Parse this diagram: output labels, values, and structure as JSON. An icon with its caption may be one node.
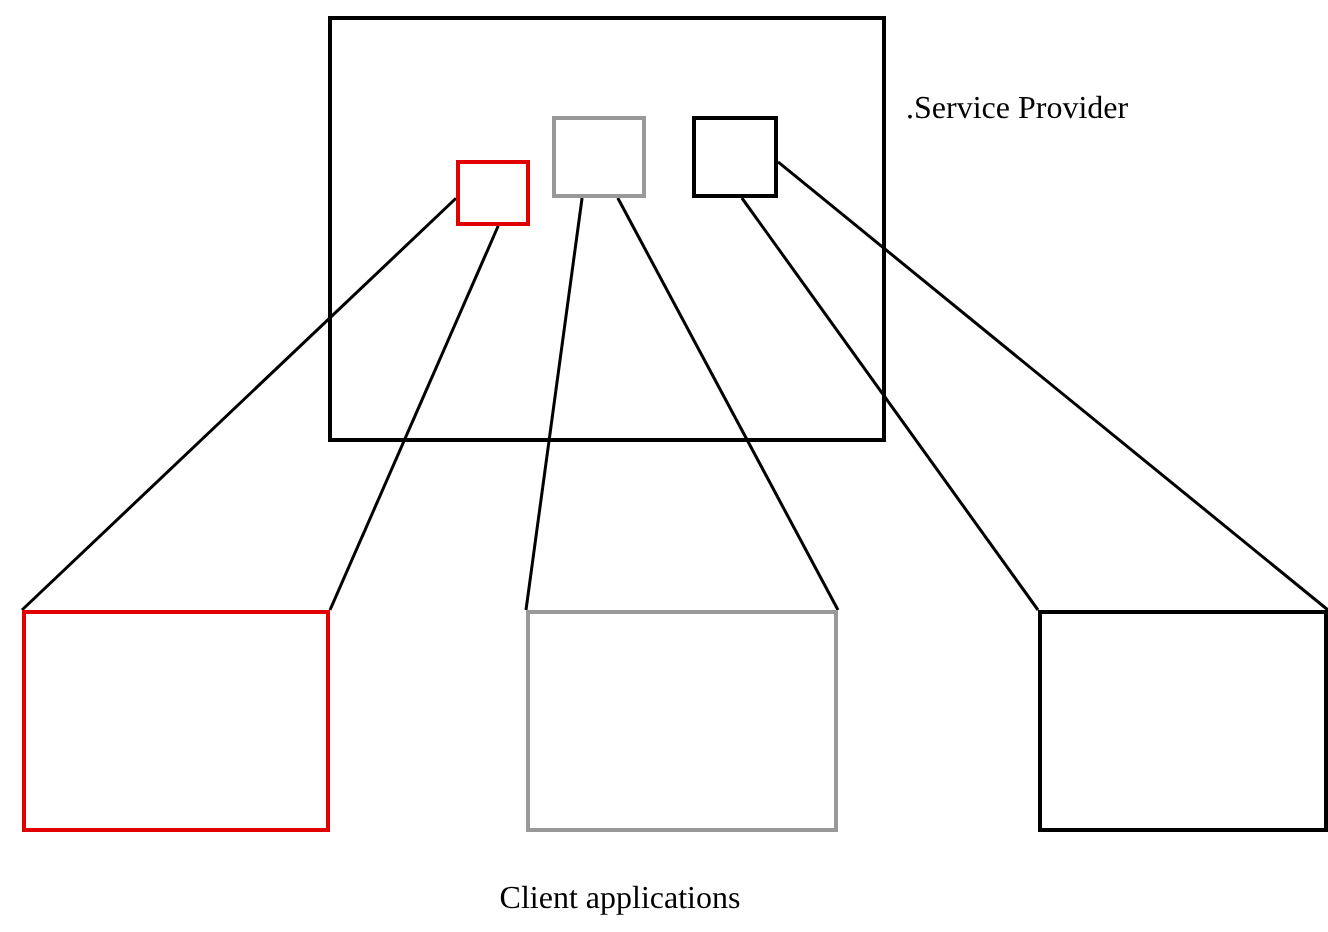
{
  "diagram": {
    "nodes": [
      {
        "text": [],
        "shape": "box",
        "beside": [
          ".Service Provider"
        ]
      },
      {
        "text": [],
        "shape": "box",
        "in": 0
      },
      {
        "text": [],
        "shape": "box",
        "in": 0
      },
      {
        "text": [],
        "shape": "box",
        "in": 0
      },
      {
        "text": [],
        "shape": "box"
      },
      {
        "text": [],
        "shape": "box"
      },
      {
        "text": [],
        "shape": "box"
      }
    ],
    "edges": [
      {
        "from": 1,
        "to": 4,
        "arrow": "none"
      },
      {
        "from": 1,
        "to": 4,
        "arrow": "none"
      },
      {
        "from": 2,
        "to": 5,
        "arrow": "none"
      },
      {
        "from": 2,
        "to": 5,
        "arrow": "none"
      },
      {
        "from": 3,
        "to": 6,
        "arrow": "none"
      },
      {
        "from": 3,
        "to": 6,
        "arrow": "none"
      }
    ],
    "labels": [
      "Client applications"
    ]
  }
}
